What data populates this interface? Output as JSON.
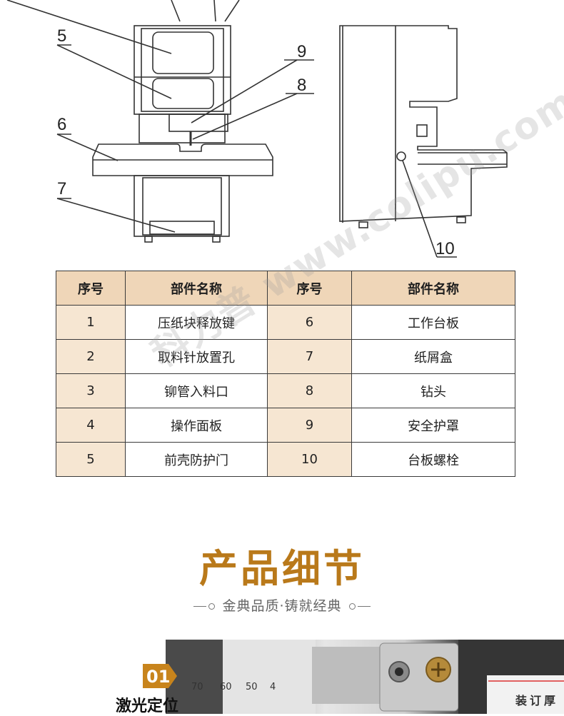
{
  "diagram": {
    "callouts": [
      "5",
      "6",
      "7",
      "8",
      "9",
      "10"
    ]
  },
  "table": {
    "headers": [
      "序号",
      "部件名称",
      "序号",
      "部件名称"
    ],
    "rows": [
      [
        "1",
        "压纸块释放键",
        "6",
        "工作台板"
      ],
      [
        "2",
        "取料针放置孔",
        "7",
        "纸屑盒"
      ],
      [
        "3",
        "铆管入料口",
        "8",
        "钻头"
      ],
      [
        "4",
        "操作面板",
        "9",
        "安全护罩"
      ],
      [
        "5",
        "前壳防护门",
        "10",
        "台板螺栓"
      ]
    ]
  },
  "watermark": "科力普 www.colipu.com",
  "section": {
    "title": "产品细节",
    "subtitle": "金典品质·铸就经典"
  },
  "feature": {
    "number": "01",
    "label": "激光定位",
    "photo_text": "装订厚",
    "ruler_numbers": [
      "70",
      "60",
      "50",
      "4"
    ]
  },
  "colors": {
    "title": "#b9791a",
    "header_bg": "#efd6b8",
    "number_bg": "#f6e6d2",
    "badge": "#c8841c"
  }
}
